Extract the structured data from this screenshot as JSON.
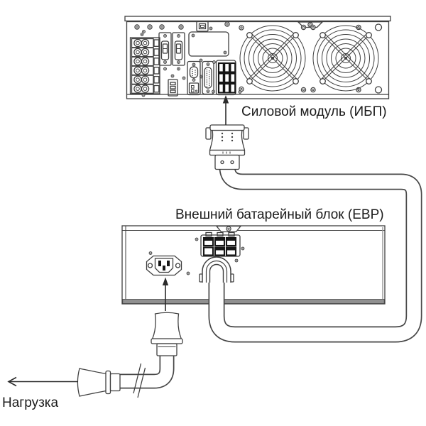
{
  "diagram": {
    "labels": {
      "power_module": "Силовой модуль (ИБП)",
      "battery_pack": "Внешний батарейный блок (EBP)",
      "load": "Нагрузка"
    },
    "icons": [
      "cooling-fan-icon",
      "usb-b-port-icon",
      "db9-serial-port-icon",
      "db25-port-icon",
      "screw-terminal-block-icon",
      "circuit-breaker-icon",
      "battery-connector-icon",
      "iec-c14-inlet-icon",
      "screw-icon",
      "arrow-icon",
      "cable-break-mark-icon"
    ],
    "colors": {
      "line": "#3f3f3f",
      "background": "#ffffff",
      "connector_dark": "#161616",
      "panel_edge": "#8f8f8f",
      "text": "#1b1b1b"
    }
  }
}
